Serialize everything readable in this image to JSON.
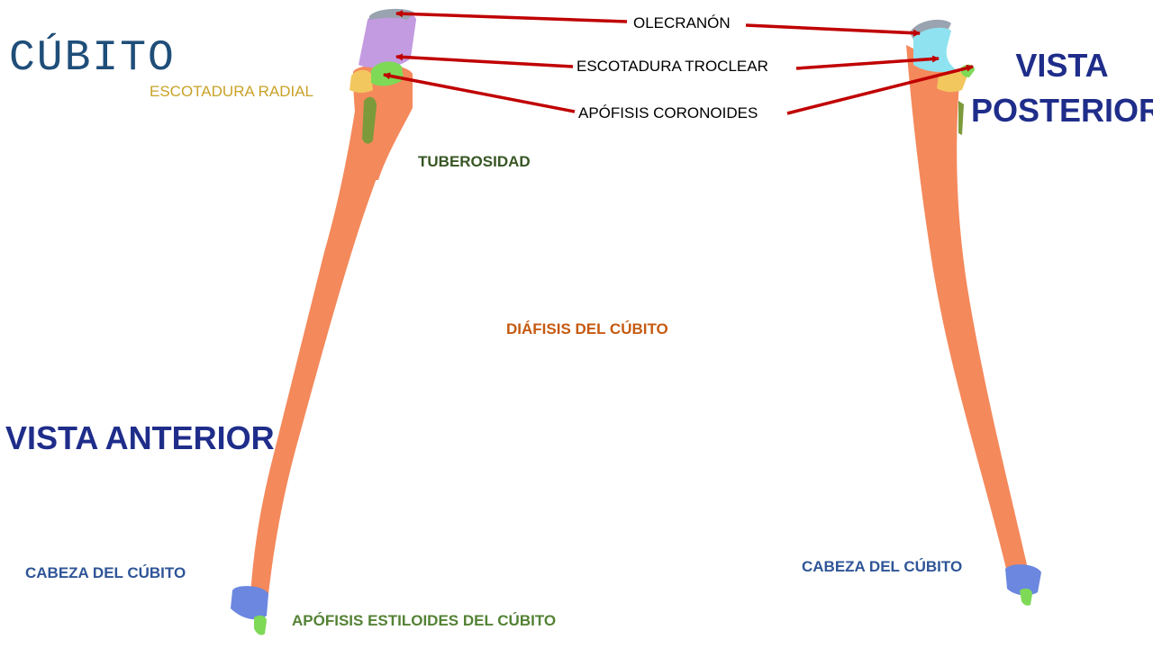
{
  "title": "CÚBITO",
  "views": {
    "anterior": "VISTA ANTERIOR",
    "posterior_line1": "VISTA",
    "posterior_line2": "POSTERIOR"
  },
  "labels": {
    "olecranon": "OLECRANÓN",
    "escotadura_troclear": "ESCOTADURA TROCLEAR",
    "apofisis_coronoides": "APÓFISIS CORONOIDES",
    "escotadura_radial": "ESCOTADURA RADIAL",
    "tuberosidad": "TUBEROSIDAD",
    "diafisis": "DIÁFISIS DEL CÚBITO",
    "cabeza_anterior": "CABEZA DEL CÚBITO",
    "cabeza_posterior": "CABEZA DEL CÚBITO",
    "apofisis_estiloides": "APÓFISIS ESTILOIDES DEL CÚBITO"
  },
  "colors": {
    "title": "#1f4e79",
    "view_heading": "#1f2d8a",
    "olecranon_label": "#000000",
    "escotadura_radial_label": "#c9a227",
    "tuberosidad_label": "#375623",
    "diafisis_label": "#c55a11",
    "cabeza_label": "#2f5597",
    "estiloides_label": "#548235",
    "arrow": "#c00000",
    "bone_shaft": "#f4895c",
    "olecranon_anterior": "#c39be0",
    "olecranon_tip": "#9aa3b0",
    "coronoid": "#7ed957",
    "radial_notch": "#f2c75e",
    "tuberosity": "#7c9a3a",
    "trochlear_notch": "#8fe3f0",
    "head": "#6b87e0",
    "styloid": "#7ed957"
  }
}
